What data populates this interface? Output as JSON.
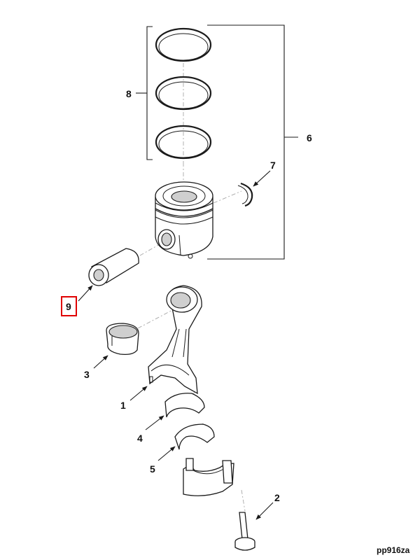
{
  "callouts": {
    "c1": "1",
    "c2": "2",
    "c3": "3",
    "c4": "4",
    "c5": "5",
    "c6": "6",
    "c7": "7",
    "c8": "8",
    "c9": "9"
  },
  "reference": "pp916za",
  "highlight_color": "#e00000"
}
